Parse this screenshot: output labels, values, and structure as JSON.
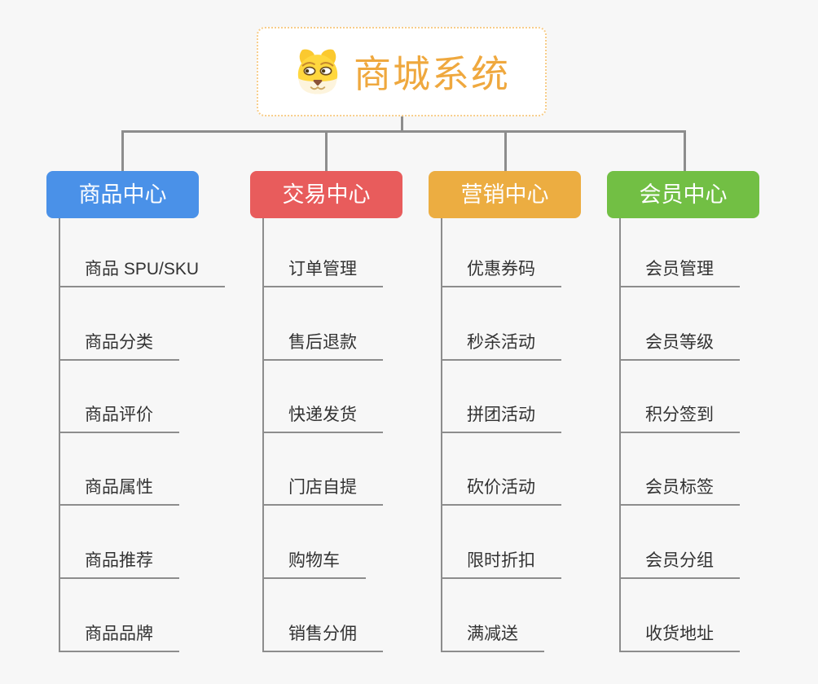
{
  "background_color": "#f7f7f7",
  "connector_color": "#8d8d8d",
  "root": {
    "title": "商城系统",
    "icon": "dog-face-icon",
    "text_color": "#efa83e",
    "border_color": "#f7cd8a"
  },
  "branches": [
    {
      "label": "商品中心",
      "color": "#4a91e8",
      "items": [
        "商品 SPU/SKU",
        "商品分类",
        "商品评价",
        "商品属性",
        "商品推荐",
        "商品品牌"
      ]
    },
    {
      "label": "交易中心",
      "color": "#e85c5c",
      "items": [
        "订单管理",
        "售后退款",
        "快递发货",
        "门店自提",
        "购物车",
        "销售分佣"
      ]
    },
    {
      "label": "营销中心",
      "color": "#ecad41",
      "items": [
        "优惠券码",
        "秒杀活动",
        "拼团活动",
        "砍价活动",
        "限时折扣",
        "满减送"
      ]
    },
    {
      "label": "会员中心",
      "color": "#72bf44",
      "items": [
        "会员管理",
        "会员等级",
        "积分签到",
        "会员标签",
        "会员分组",
        "收货地址"
      ]
    }
  ]
}
